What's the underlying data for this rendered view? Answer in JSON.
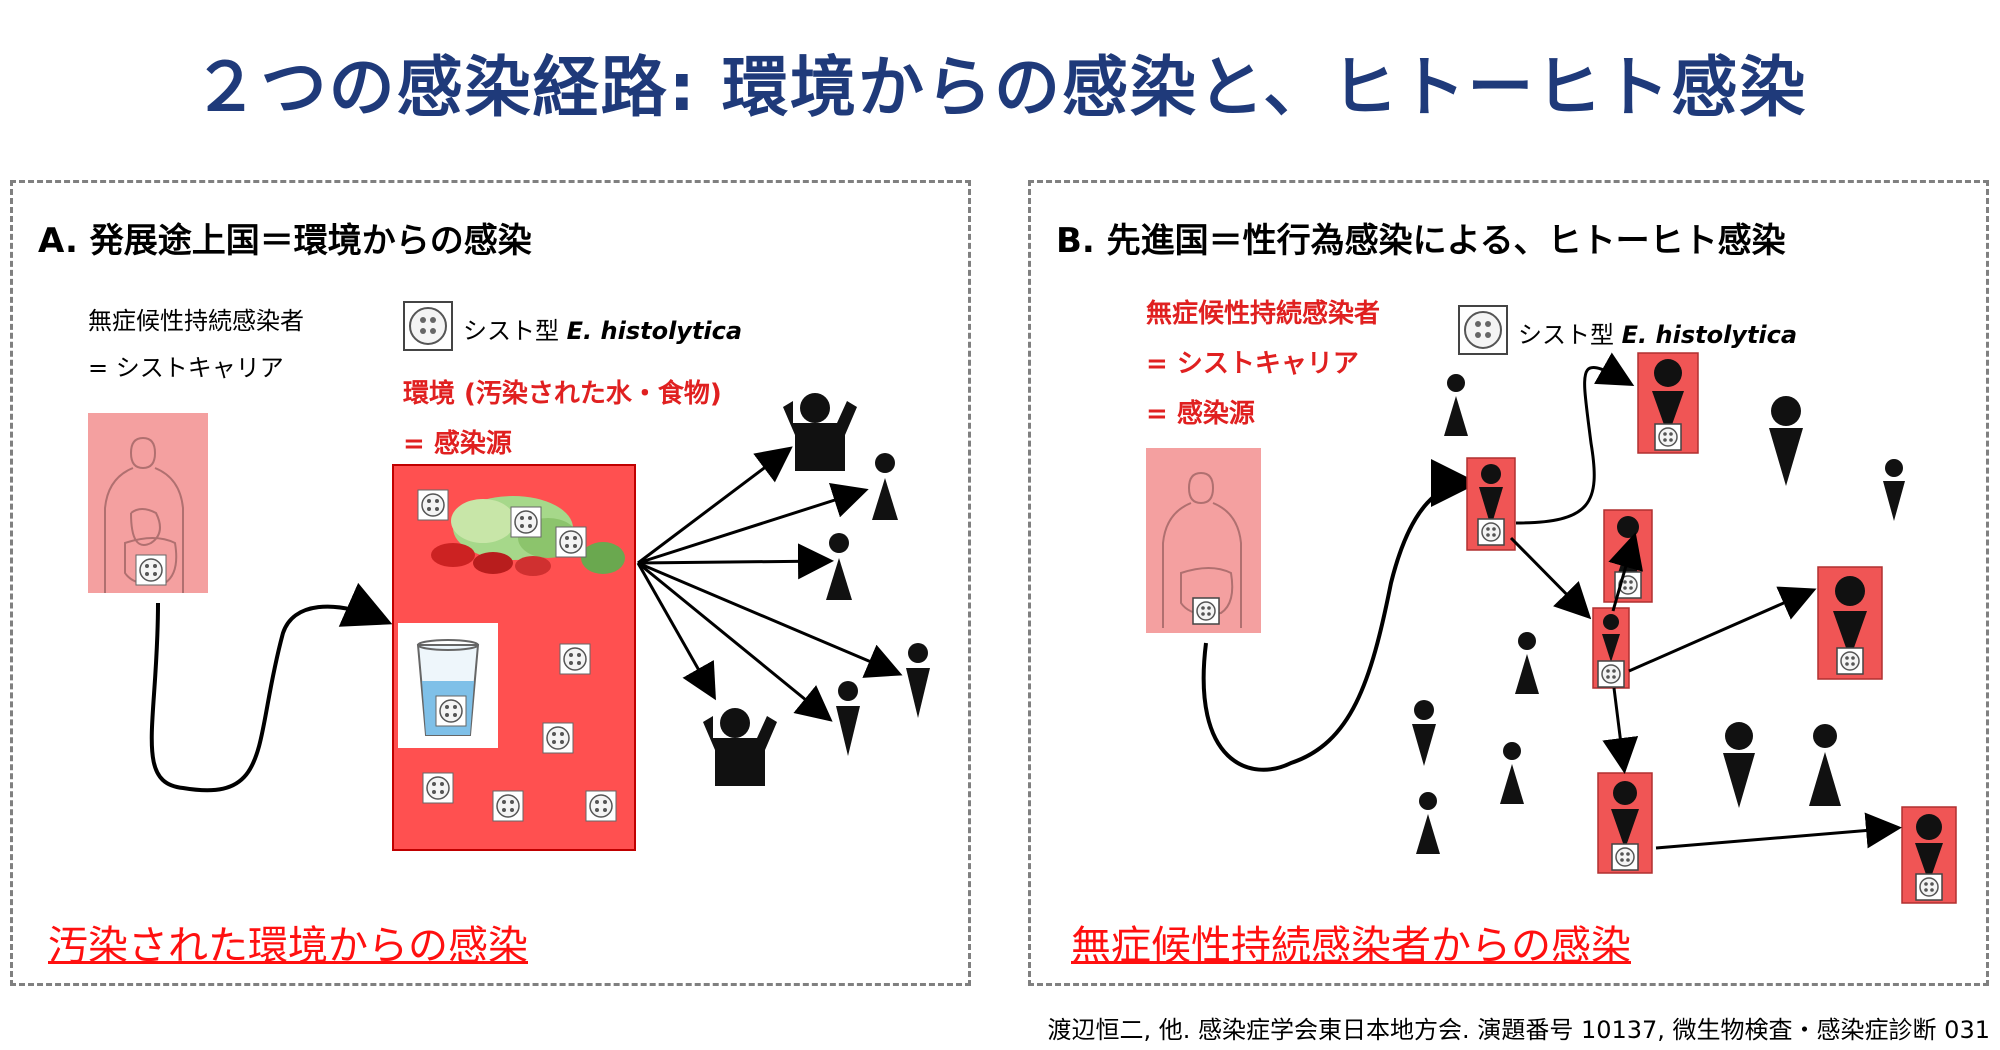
{
  "title": "２つの感染経路: 環境からの感染と、ヒトーヒト感染",
  "panel_a": {
    "heading": "A. 発展途上国＝環境からの感染",
    "carrier_line1": "無症候性持続感染者",
    "carrier_line2": "= シストキャリア",
    "cyst_legend_prefix": "シスト型",
    "cyst_legend_species": "E. histolytica",
    "env_line1": "環境 (汚染された水・食物)",
    "env_line2": "= 感染源",
    "summary": "汚染された環境からの感染"
  },
  "panel_b": {
    "heading": "B. 先進国＝性行為感染による、ヒトーヒト感染",
    "carrier_line1": "無症候性持続感染者",
    "carrier_line2": "= シストキャリア",
    "carrier_line3": "= 感染源",
    "cyst_legend_prefix": "シスト型",
    "cyst_legend_species": "E. histolytica",
    "summary": "無症候性持続感染者からの感染"
  },
  "citation": "渡辺恒二, 他. 感染症学会東日本地方会. 演題番号 10137, 微生物検査・感染症診断 031",
  "colors": {
    "title": "#1f3a7a",
    "red_label": "#e02020",
    "env_box": "#ff5050",
    "infected_box": "#f05555",
    "body_pink": "#f4a0a0"
  }
}
